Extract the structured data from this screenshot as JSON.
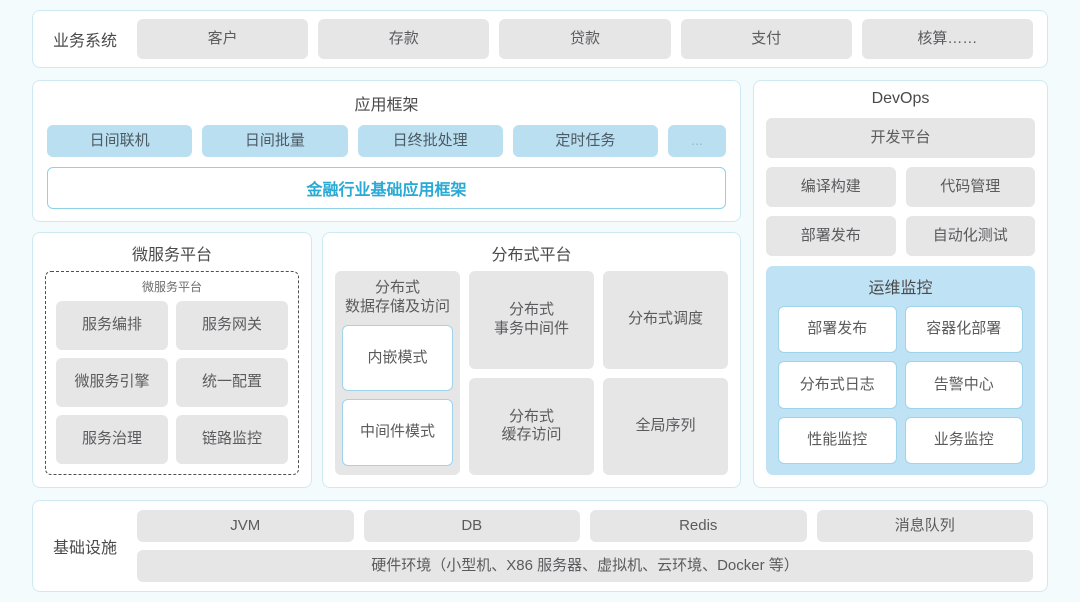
{
  "business_system": {
    "label": "业务系统",
    "items": [
      "客户",
      "存款",
      "贷款",
      "支付",
      "核算……"
    ]
  },
  "app_framework": {
    "title": "应用框架",
    "pills": [
      "日间联机",
      "日间批量",
      "日终批处理",
      "定时任务",
      "..."
    ],
    "banner": "金融行业基础应用框架",
    "banner_color": "#29aad4"
  },
  "microservice_platform": {
    "title": "微服务平台",
    "sub_title": "微服务平台",
    "items": [
      "服务编排",
      "服务网关",
      "微服务引擎",
      "统一配置",
      "服务治理",
      "链路监控"
    ]
  },
  "distributed_platform": {
    "title": "分布式平台",
    "store": {
      "title_line1": "分布式",
      "title_line2": "数据存储及访问",
      "modes": [
        "内嵌模式",
        "中间件模式"
      ]
    },
    "cells": [
      {
        "line1": "分布式",
        "line2": "事务中间件"
      },
      {
        "line1": "分布式调度",
        "line2": ""
      },
      {
        "line1": "分布式",
        "line2": "缓存访问"
      },
      {
        "line1": "全局序列",
        "line2": ""
      }
    ]
  },
  "devops": {
    "title": "DevOps",
    "platform": "开发平台",
    "pairs": [
      [
        "编译构建",
        "代码管理"
      ],
      [
        "部署发布",
        "自动化测试"
      ]
    ],
    "ops_monitor": {
      "title": "运维监控",
      "items": [
        "部署发布",
        "容器化部署",
        "分布式日志",
        "告警中心",
        "性能监控",
        "业务监控"
      ]
    }
  },
  "infrastructure": {
    "label": "基础设施",
    "items": [
      "JVM",
      "DB",
      "Redis",
      "消息队列"
    ],
    "hardware": "硬件环境（小型机、X86 服务器、虚拟机、云环境、Docker 等）"
  },
  "colors": {
    "page_bg": "#f4fbfd",
    "card_border": "#cfe9f2",
    "gray_box": "#e6e6e7",
    "blue_box": "#badff1",
    "ops_panel": "#bfe2f5",
    "accent": "#29aad4"
  }
}
